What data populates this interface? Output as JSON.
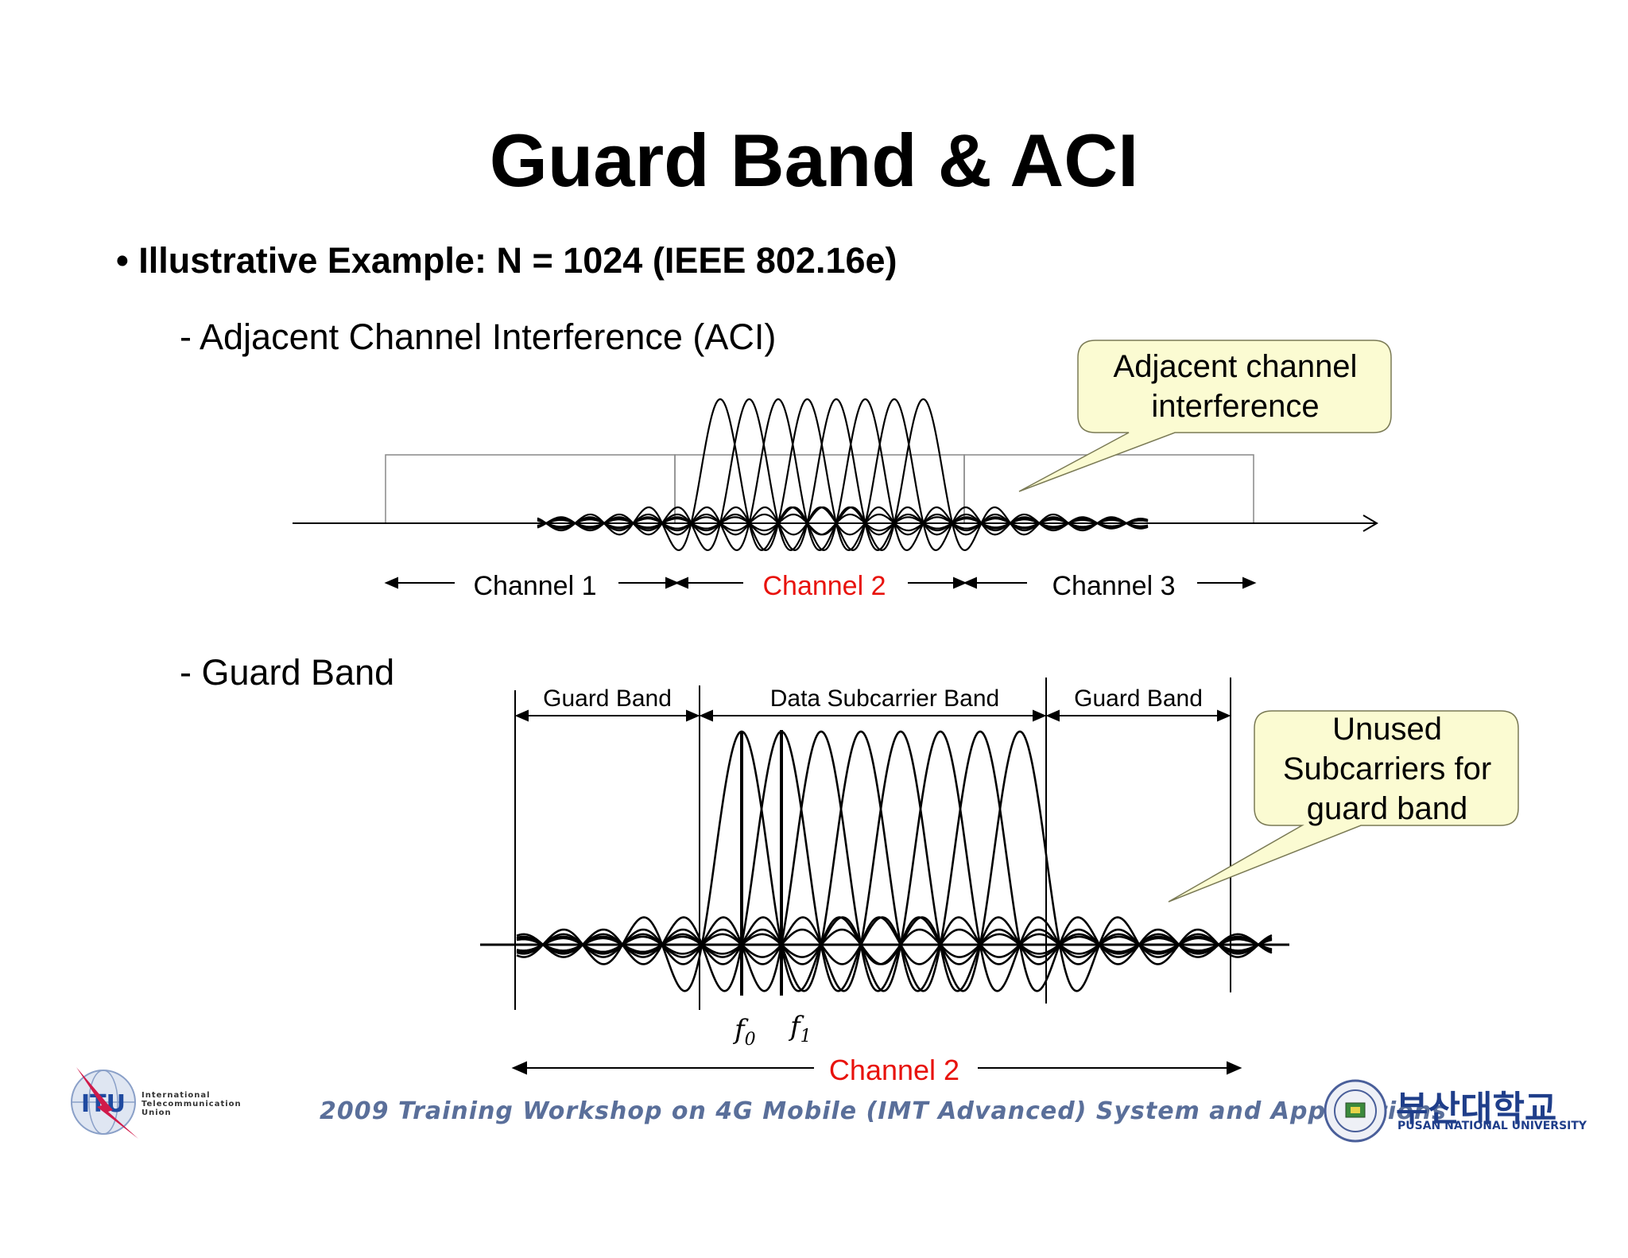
{
  "slide": {
    "title": "Guard Band & ACI",
    "bullet": "Illustrative Example: N = 1024 (IEEE 802.16e)",
    "sub1": "- Adjacent Channel Interference (ACI)",
    "sub2": "- Guard Band"
  },
  "diagram1": {
    "callout": [
      "Adjacent channel",
      "interference"
    ],
    "channels": [
      "Channel 1",
      "Channel 2",
      "Channel 3"
    ]
  },
  "diagram2": {
    "band_labels": [
      "Guard Band",
      "Data Subcarrier Band",
      "Guard Band"
    ],
    "callout": [
      "Unused",
      "Subcarriers for",
      "guard band"
    ],
    "freq_labels": [
      "f",
      "0",
      "f",
      "1"
    ],
    "channel_label": "Channel 2"
  },
  "footer": {
    "workshop": "2009 Training Workshop on 4G Mobile (IMT Advanced) System and Applications",
    "itu_logo": "ITU",
    "itu_lines": [
      "International",
      "Telecommunication",
      "Union"
    ],
    "university_kr": "부산대학교",
    "university_en": "PUSAN NATIONAL UNIVERSITY"
  },
  "colors": {
    "accent_red": "#e8120c",
    "callout_fill": "#fbfbd2",
    "footer_blue": "#5a6f9a"
  }
}
